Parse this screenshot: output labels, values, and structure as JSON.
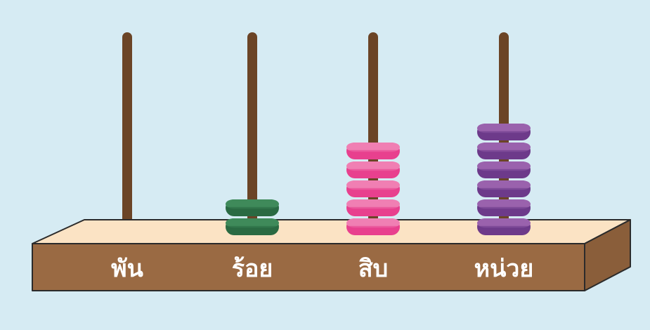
{
  "colors": {
    "background": "#d6ebf3",
    "rod": "#6b4426",
    "base_front": "#9a6a43",
    "base_top": "#fbe3c4",
    "base_side": "#8a5e3a",
    "base_edge": "#2b2b2b",
    "label": "#ffffff"
  },
  "columns": [
    {
      "label": "พัน",
      "count": 0,
      "bead_light": "#3f8a5a",
      "bead_dark": "#2a6a42"
    },
    {
      "label": "ร้อย",
      "count": 2,
      "bead_light": "#3f8a5a",
      "bead_dark": "#2a6a42"
    },
    {
      "label": "สิบ",
      "count": 5,
      "bead_light": "#f07fb3",
      "bead_dark": "#e8408e"
    },
    {
      "label": "หน่วย",
      "count": 6,
      "bead_light": "#9a62ad",
      "bead_dark": "#6d3a8a"
    }
  ]
}
